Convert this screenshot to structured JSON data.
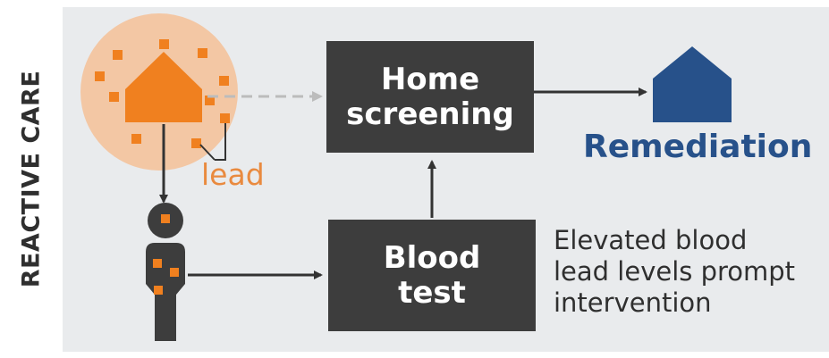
{
  "section_label": "REACTIVE CARE",
  "nodes": {
    "home_screening": {
      "line1": "Home",
      "line2": "screening"
    },
    "blood_test": {
      "line1": "Blood",
      "line2": "test"
    },
    "remediation": "Remediation"
  },
  "lead_label": "lead",
  "note": {
    "line1": "Elevated blood",
    "line2": "lead levels prompt",
    "line3": "intervention"
  },
  "icons": {
    "contaminated_home": "house-icon",
    "remediated_home": "house-icon",
    "person": "person-icon"
  },
  "colors": {
    "box": "#3d3d3d",
    "lead": "#f0801f",
    "halo": "#f3c7a4",
    "remediation": "#27518a",
    "panel": "#e9ebed",
    "arrow": "#333333",
    "dashed_arrow": "#bcbcbc"
  }
}
